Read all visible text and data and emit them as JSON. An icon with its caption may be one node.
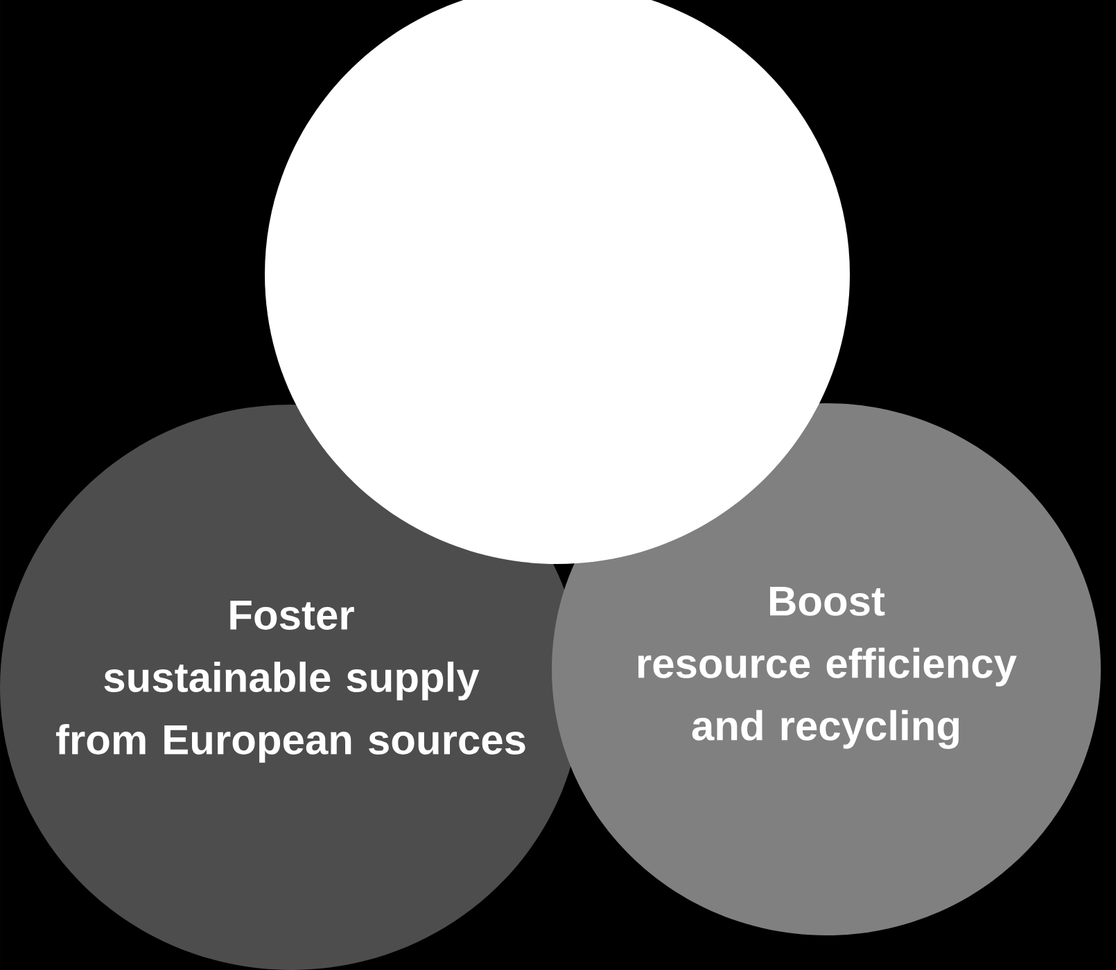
{
  "diagram": {
    "nodes": [
      {
        "text": [],
        "shape": "circle"
      },
      {
        "text": [
          "Foster",
          "sustainable supply from European sources"
        ]
      },
      {
        "text": [
          "Boost",
          "resource efficiency and recycling"
        ]
      }
    ]
  }
}
